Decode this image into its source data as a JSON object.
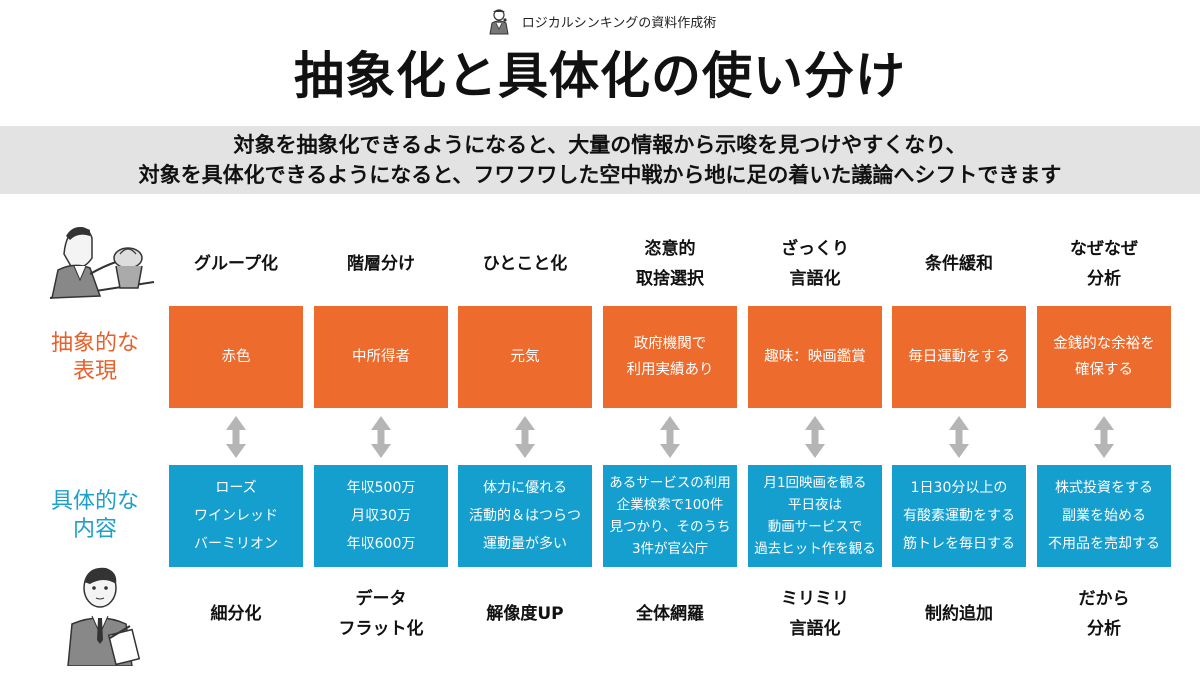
{
  "brand": {
    "name": "ロジカルシンキングの資料作成術",
    "icon": "thinking-man-icon"
  },
  "title": "抽象化と具体化の使い分け",
  "summary": {
    "line1": "対象を抽象化できるようになると、大量の情報から示唆を見つけやすくなり、",
    "line2": "対象を具体化できるようになると、フワフワした空中戦から地に足の着いた議論へシフトできます"
  },
  "labels": {
    "abstract": "抽象的な\n表現",
    "concrete": "具体的な\n内容"
  },
  "colors": {
    "orange": "#ec6b2d",
    "blue": "#159fcf",
    "arrow": "#b5b5b5",
    "band": "#e3e3e3"
  },
  "columns": [
    {
      "top": "グループ化",
      "abstract": "赤色",
      "concrete": "ローズ\nワインレッド\nバーミリオン",
      "bottom": "細分化"
    },
    {
      "top": "階層分け",
      "abstract": "中所得者",
      "concrete": "年収500万\n月収30万\n年収600万",
      "bottom": "データ\nフラット化"
    },
    {
      "top": "ひとこと化",
      "abstract": "元気",
      "concrete": "体力に優れる\n活動的＆はつらつ\n運動量が多い",
      "bottom": "解像度UP"
    },
    {
      "top": "恣意的\n取捨選択",
      "abstract": "政府機関で\n利用実績あり",
      "concrete": "あるサービスの利用\n企業検索で100件\n見つかり、そのうち\n3件が官公庁",
      "bottom": "全体網羅"
    },
    {
      "top": "ざっくり\n言語化",
      "abstract": "趣味：映画鑑賞",
      "concrete": "月1回映画を観る\n平日夜は\n動画サービスで\n過去ヒット作を観る",
      "bottom": "ミリミリ\n言語化"
    },
    {
      "top": "条件緩和",
      "abstract": "毎日運動をする",
      "concrete": "1日30分以上の\n有酸素運動をする\n筋トレを毎日する",
      "bottom": "制約追加"
    },
    {
      "top": "なぜなぜ\n分析",
      "abstract": "金銭的な余裕を\n確保する",
      "concrete": "株式投資をする\n副業を始める\n不用品を売却する",
      "bottom": "だから\n分析"
    }
  ]
}
